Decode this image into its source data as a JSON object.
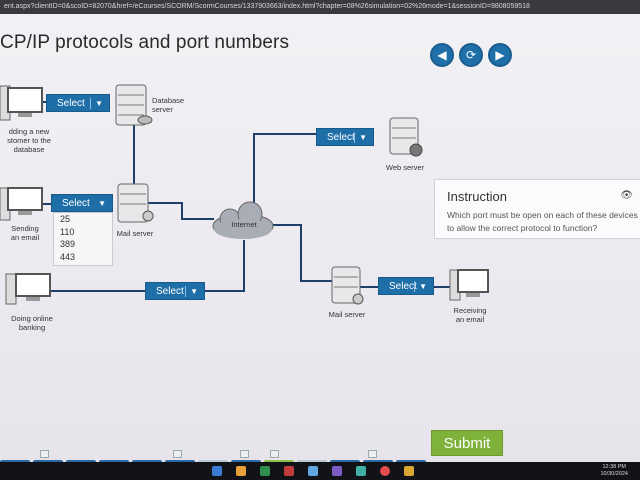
{
  "browser": {
    "url": "ent.aspx?clientID=0&scoID=82070&href=/eCourses/SCORM/ScormCourses/1337903663/index.html?chapter=08%26simulation=02%26mode=1&sessionID=9808059518"
  },
  "page": {
    "title": "CP/IP protocols and port numbers"
  },
  "nav": {
    "back_icon": "chevron-left-icon",
    "refresh_icon": "refresh-icon",
    "forward_icon": "chevron-right-icon"
  },
  "diagram": {
    "labels": {
      "database_server": "Database\nserver",
      "adding_customer": "dding a new\nstomer to the\ndatabase",
      "sending_email": "Sending\nan email",
      "mail_server_left": "Mail server",
      "internet": "Internet",
      "web_server": "Web server",
      "mail_server_right": "Mail server",
      "receiving_email": "Receiving\nan email",
      "online_banking": "Doing online\nbanking"
    },
    "selects": {
      "database": "Select",
      "email_send": "Select",
      "web": "Select",
      "banking": "Select",
      "receive": "Select"
    },
    "dropdown_options": [
      "25",
      "110",
      "389",
      "443"
    ]
  },
  "instruction": {
    "title": "Instruction",
    "text": "Which port must be open on each of these devices to allow the correct protocol to function?"
  },
  "submit_label": "Submit",
  "taskbar": {
    "time": "12:38 PM",
    "date": "10/30/2024"
  },
  "colors": {
    "accent_blue": "#1e6ea8",
    "submit_green": "#7fb23a",
    "line": "#1d3f6a"
  }
}
